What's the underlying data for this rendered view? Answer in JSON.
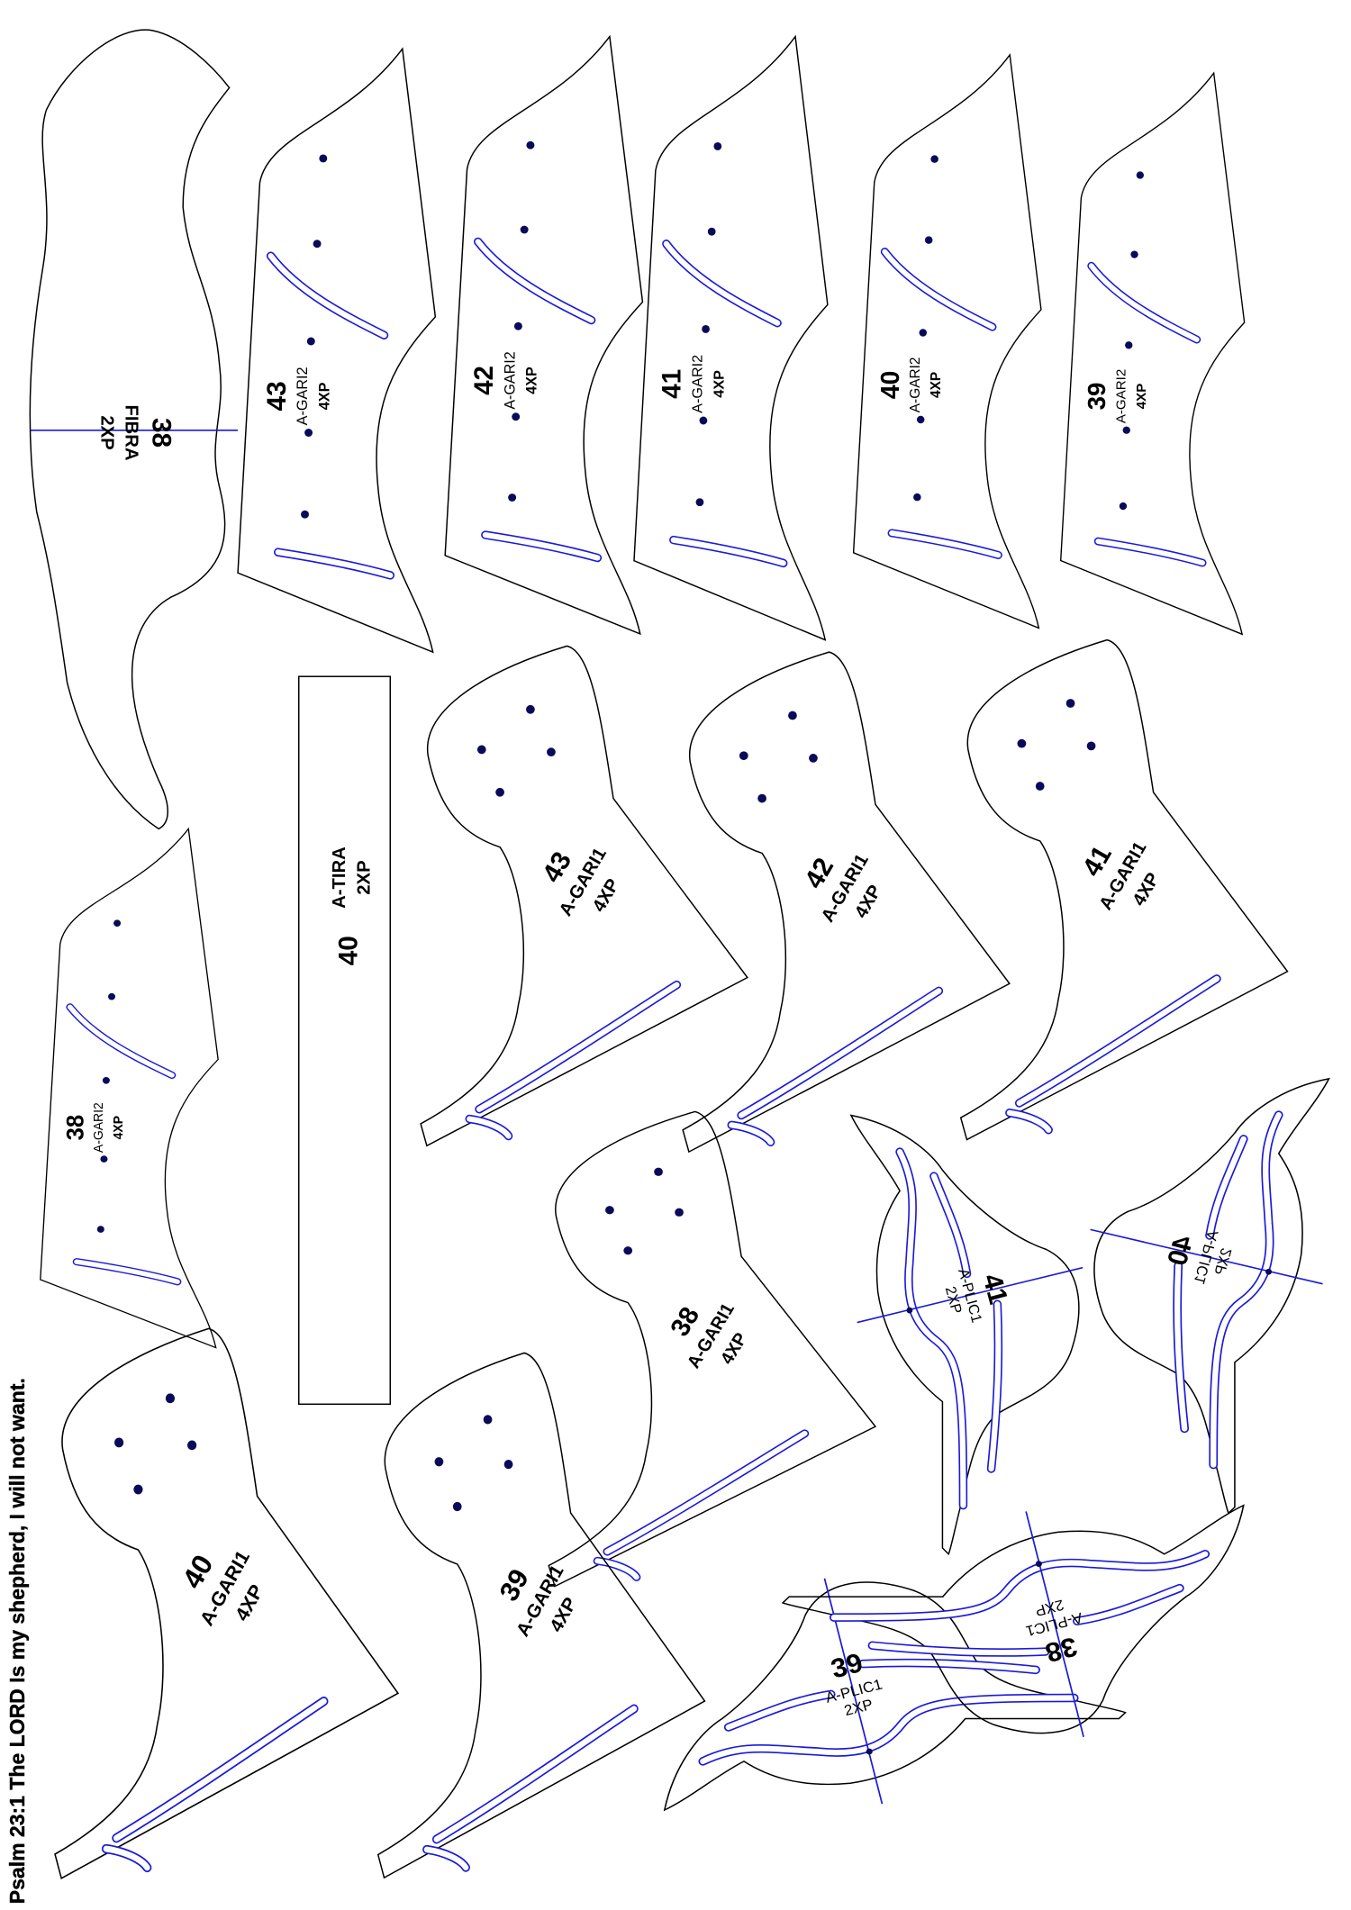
{
  "colors": {
    "outline": "#000000",
    "guide": "#1a1ad8",
    "dot": "#0a0a5a"
  },
  "fibra": {
    "size": "38",
    "name": "FIBRA",
    "qty": "2XP"
  },
  "tira": {
    "size": "40",
    "name": "A-TIRA",
    "qty": "2XP"
  },
  "gari2": [
    {
      "size": "43",
      "name": "A-GARI2",
      "qty": "4XP"
    },
    {
      "size": "42",
      "name": "A-GARI2",
      "qty": "4XP"
    },
    {
      "size": "41",
      "name": "A-GARI2",
      "qty": "4XP"
    },
    {
      "size": "40",
      "name": "A-GARI2",
      "qty": "4XP"
    },
    {
      "size": "39",
      "name": "A-GARI2",
      "qty": "4XP"
    },
    {
      "size": "38",
      "name": "A-GARI2",
      "qty": "4XP"
    }
  ],
  "gari1": [
    {
      "size": "43",
      "name": "A-GARI1",
      "qty": "4XP"
    },
    {
      "size": "42",
      "name": "A-GARI1",
      "qty": "4XP"
    },
    {
      "size": "41",
      "name": "A-GARI1",
      "qty": "4XP"
    },
    {
      "size": "38",
      "name": "A-GARI1",
      "qty": "4XP"
    },
    {
      "size": "40",
      "name": "A-GARI1",
      "qty": "4XP"
    },
    {
      "size": "39",
      "name": "A-GARI1",
      "qty": "4XP"
    }
  ],
  "plic1": [
    {
      "size": "41",
      "name": "A-PLIC1",
      "qty": "2XP"
    },
    {
      "size": "40",
      "name": "A-PLIC1",
      "qty": "2XP"
    },
    {
      "size": "39",
      "name": "A-PLIC1",
      "qty": "2XP"
    },
    {
      "size": "38",
      "name": "A-PLIC1",
      "qty": "2XP"
    }
  ],
  "footer": "Psalm 23:1 The LORD Is my shepherd, I will not want."
}
